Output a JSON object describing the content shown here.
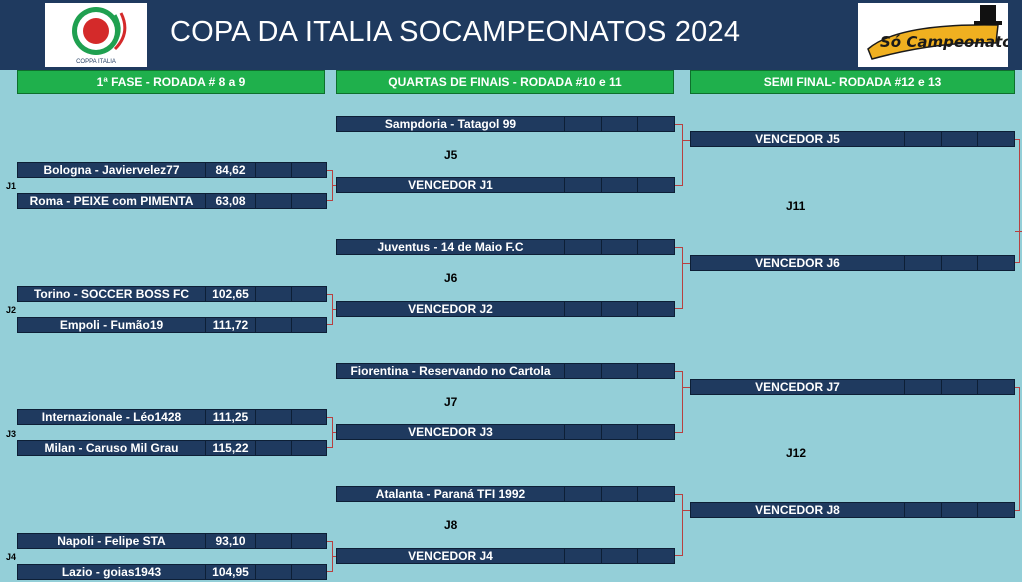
{
  "header": {
    "title": "COPA DA ITALIA SOCAMPEONATOS 2024",
    "logo_left_caption": "COPPA ITALIA",
    "logo_right_text": "Só Campeonatos",
    "colors": {
      "header_bg": "#1f3a5f",
      "stage_bg": "#1fb04c",
      "page_bg": "#94cfd8",
      "row_bg": "#1f3a5f",
      "bracket_line": "#b84040"
    }
  },
  "stages": {
    "round1": "1ª FASE - RODADA # 8 a 9",
    "quarters": "QUARTAS DE FINAIS - RODADA #10 e 11",
    "semis": "SEMI FINAL- RODADA #12 e 13"
  },
  "round1": [
    {
      "label": "J1",
      "home": {
        "name": "Bologna - Javiervelez77",
        "score": "84,62"
      },
      "away": {
        "name": "Roma - PEIXE com PIMENTA",
        "score": "63,08"
      }
    },
    {
      "label": "J2",
      "home": {
        "name": "Torino - SOCCER BOSS FC",
        "score": "102,65"
      },
      "away": {
        "name": "Empoli - Fumão19",
        "score": "111,72"
      }
    },
    {
      "label": "J3",
      "home": {
        "name": "Internazionale - Léo1428",
        "score": "111,25"
      },
      "away": {
        "name": "Milan - Caruso Mil Grau",
        "score": "115,22"
      }
    },
    {
      "label": "J4",
      "home": {
        "name": "Napoli - Felipe STA",
        "score": "93,10"
      },
      "away": {
        "name": "Lazio - goias1943",
        "score": "104,95"
      }
    }
  ],
  "quarters": [
    {
      "label": "J5",
      "top": "Sampdoria - Tatagol 99",
      "bottom": "VENCEDOR J1"
    },
    {
      "label": "J6",
      "top": "Juventus - 14 de Maio F.C",
      "bottom": "VENCEDOR J2"
    },
    {
      "label": "J7",
      "top": "Fiorentina - Reservando no Cartola",
      "bottom": "VENCEDOR J3"
    },
    {
      "label": "J8",
      "top": "Atalanta - Paraná TFI 1992",
      "bottom": "VENCEDOR J4"
    }
  ],
  "semis": [
    {
      "label": "J11",
      "top": "VENCEDOR J5",
      "bottom": "VENCEDOR J6"
    },
    {
      "label": "J12",
      "top": "VENCEDOR J7",
      "bottom": "VENCEDOR J8"
    }
  ]
}
